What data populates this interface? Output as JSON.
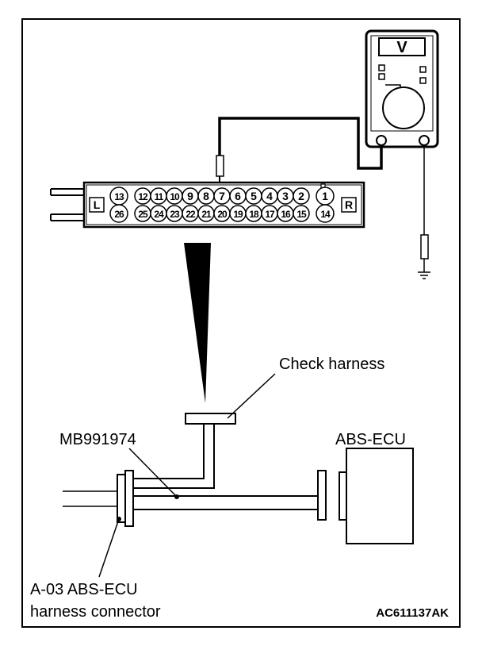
{
  "meter": {
    "display": "V"
  },
  "connector": {
    "left_tag": "L",
    "right_tag": "R",
    "top_row": [
      "13",
      "12",
      "11",
      "10",
      "9",
      "8",
      "7",
      "6",
      "5",
      "4",
      "3",
      "2",
      "1"
    ],
    "bottom_row": [
      "26",
      "25",
      "24",
      "23",
      "22",
      "21",
      "20",
      "19",
      "18",
      "17",
      "16",
      "15",
      "14"
    ]
  },
  "labels": {
    "check_harness": "Check harness",
    "tool": "MB991974",
    "ecu": "ABS-ECU",
    "harness_connector_line1": "A-03 ABS-ECU",
    "harness_connector_line2": "harness connector",
    "figure_code": "AC611137AK"
  }
}
